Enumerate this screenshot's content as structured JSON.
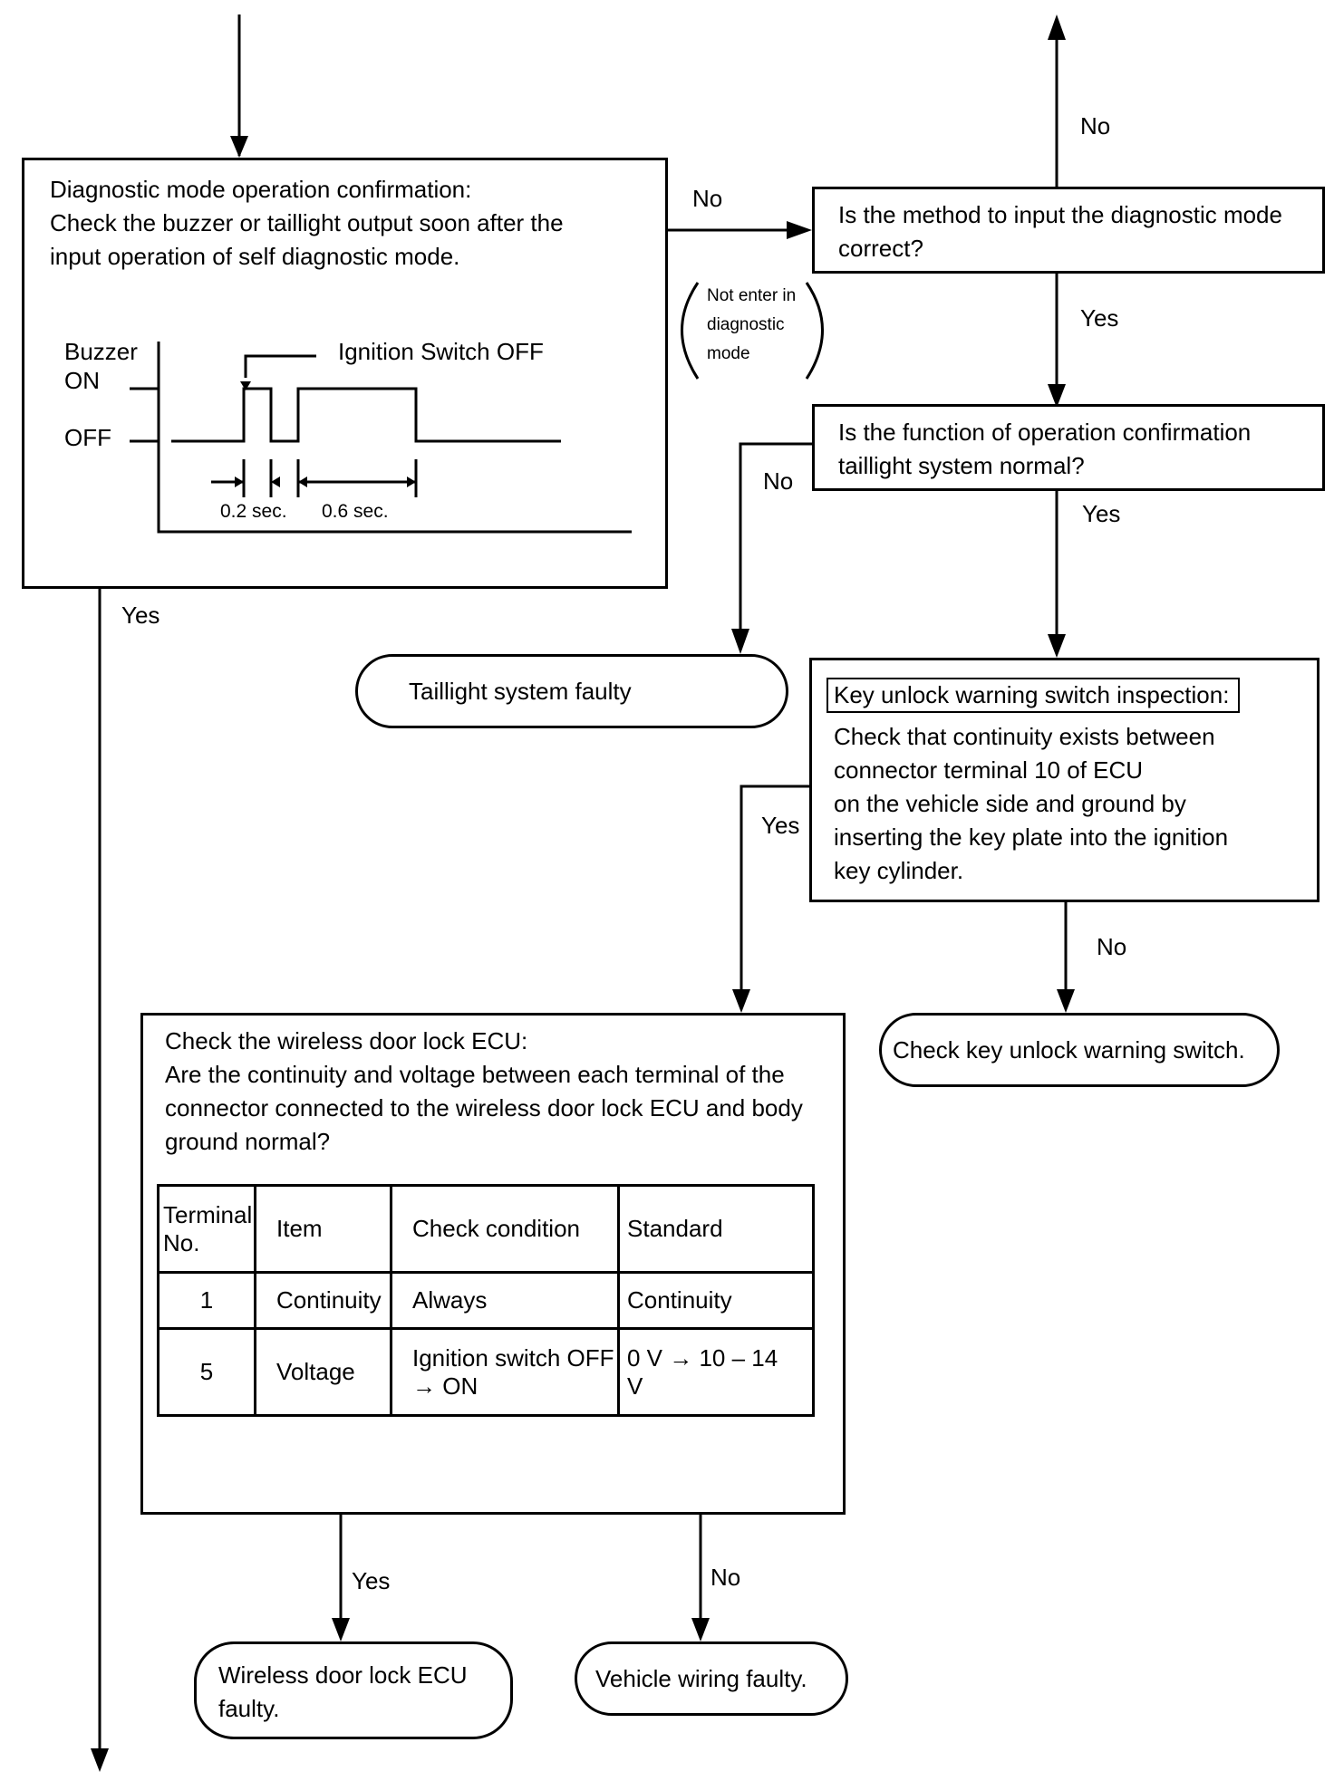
{
  "step1": {
    "lines": [
      "Diagnostic mode operation confirmation:",
      "Check the buzzer or taillight output soon after the",
      "input operation of self diagnostic mode."
    ],
    "timing": {
      "buzzer_label": "Buzzer",
      "on_label": "ON",
      "off_label": "OFF",
      "ignition_label": "Ignition Switch OFF",
      "interval_1": "0.2 sec.",
      "interval_2": "0.6 sec."
    }
  },
  "decision_method": {
    "lines": [
      "Is the method to input the diagnostic mode",
      "correct?"
    ]
  },
  "decision_function": {
    "lines": [
      "Is the function of operation confirmation",
      "taillight system normal?"
    ]
  },
  "terminal_taillight": {
    "text": "Taillight system faulty"
  },
  "step_key": {
    "title": "Key unlock warning switch inspection:",
    "lines": [
      "Check that continuity exists between",
      "connector terminal 10 of ECU",
      "on the vehicle side and ground by",
      "inserting the key plate into the ignition",
      "key cylinder."
    ]
  },
  "terminal_key": {
    "text": "Check key unlock warning switch."
  },
  "step_ecu": {
    "lines": [
      "Check the wireless door lock ECU:",
      "Are the continuity and voltage between each terminal of the",
      "connector connected to the wireless door lock ECU and body",
      "ground normal?"
    ],
    "table": {
      "headers": [
        "Terminal No.",
        "Item",
        "Check condition",
        "Standard"
      ],
      "rows": [
        [
          "1",
          "Continuity",
          "Always",
          "Continuity"
        ],
        [
          "5",
          "Voltage",
          "Ignition switch OFF → ON",
          "0 V → 10 – 14 V"
        ]
      ]
    }
  },
  "terminal_ecu": {
    "lines": [
      "Wireless door lock ECU",
      "faulty."
    ]
  },
  "terminal_wiring": {
    "text": "Vehicle wiring faulty."
  },
  "labels": {
    "no_top": "No",
    "no_step1": "No",
    "not_enter": [
      "Not enter in",
      "diagnostic",
      "mode"
    ],
    "yes_method": "Yes",
    "no_function": "No",
    "yes_function": "Yes",
    "yes_step1": "Yes",
    "yes_key": "Yes",
    "no_key": "No",
    "yes_ecu": "Yes",
    "no_ecu": "No"
  }
}
